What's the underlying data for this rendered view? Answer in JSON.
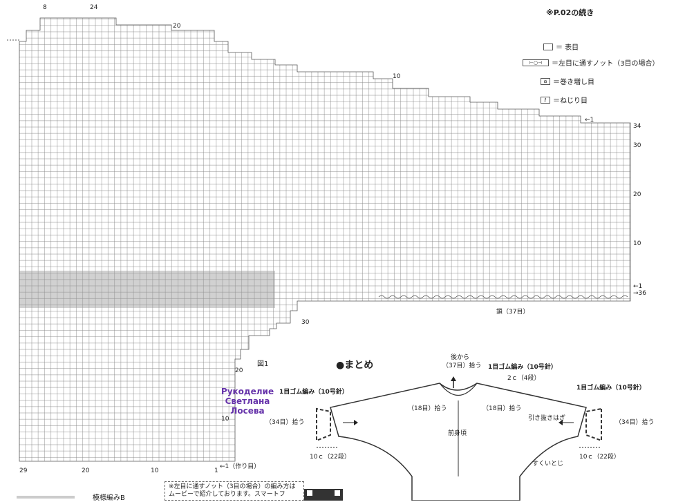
{
  "continued": "※P.02の続き",
  "legend": {
    "knit": "＝ 表目",
    "knot": "＝左目に通すノット（3目の場合）",
    "wrap_inc": "＝巻き増し目",
    "twisted": "＝ねじり目"
  },
  "chart_labels": {
    "top_8": "8",
    "top_24": "24",
    "top_20": "20",
    "top_10": "10",
    "right_34": "34",
    "right_30": "30",
    "right_20": "20",
    "right_10": "10",
    "arrow_1_upper": "←1",
    "arrow_1_lower": "←1",
    "arrow_36": "→36",
    "chain": "鎖（37目）",
    "left_30": "30",
    "left_20": "20",
    "left_10": "10",
    "cast_on": "←1（作り目）",
    "bottom_29": "29",
    "bottom_20": "20",
    "bottom_10": "10",
    "bottom_1": "1",
    "fig": "図1",
    "pattern_b": "模様編みB"
  },
  "assembly": {
    "title": "●まとめ",
    "back_from": "後から",
    "pick_37": "（37目）拾う",
    "rib_top": "1目ゴム編み（10号針）",
    "rib_left": "1目ゴム編み（10号針）",
    "rib_right": "1目ゴム編み（10号針）",
    "two_cm": "2ｃ（4段）",
    "pick_34_left": "（34目）拾う",
    "pick_34_right": "（34目）拾う",
    "pick_18_left": "（18目）拾う",
    "pick_18_right": "（18目）拾う",
    "front": "前身頃",
    "seam": "引き抜きはぎ",
    "graft": "すくいとじ",
    "ten_left": "10ｃ（22段）",
    "ten_right": "10ｃ（22段）"
  },
  "watermark": [
    "Рукоделие",
    "Светлана",
    "Лосева"
  ],
  "note": [
    "※左目に通すノット（3目の場合）の編み方は",
    "ムービーで紹介しております。スマートフ"
  ]
}
